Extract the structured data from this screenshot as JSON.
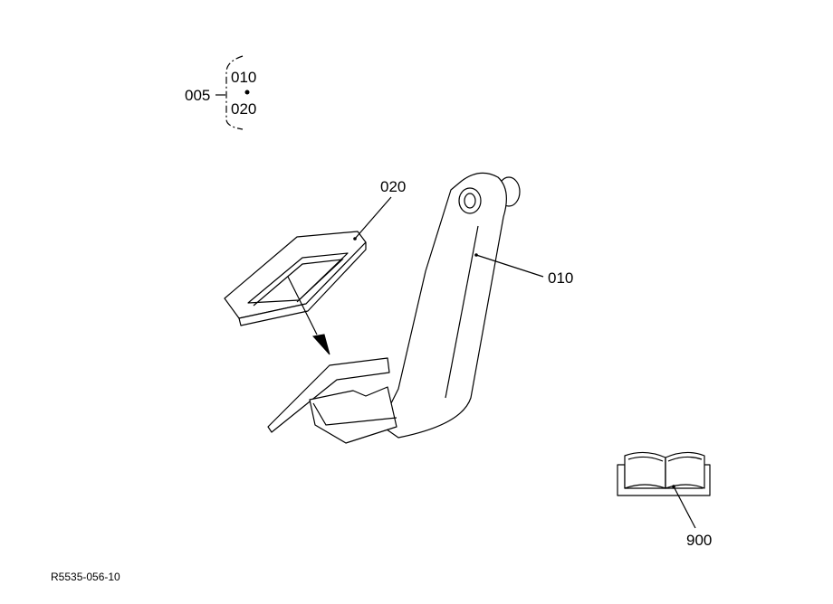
{
  "assembly": {
    "group_label": "005",
    "member_top": "010",
    "member_bottom": "020"
  },
  "callouts": {
    "pad": "020",
    "arm": "010",
    "manual": "900"
  },
  "drawing_code": "R5535-056-10"
}
